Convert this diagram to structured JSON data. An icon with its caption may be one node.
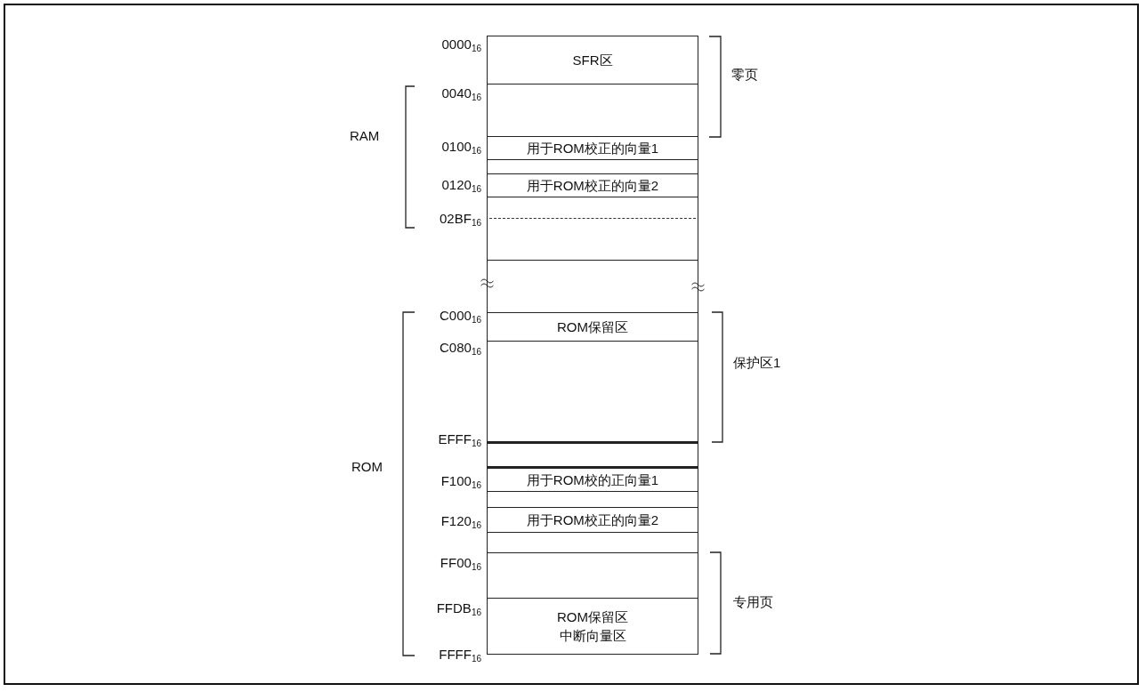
{
  "diagram": {
    "nodes": [
      {
        "text": [
          "SFR区"
        ]
      },
      {
        "text": [],
        "shape": "box"
      },
      {
        "text": [
          "用于ROM校正的向量1"
        ]
      },
      {
        "text": [],
        "shape": "box"
      },
      {
        "text": [
          "用于ROM校正的向量2"
        ]
      },
      {
        "text": [],
        "shape": "box"
      },
      {
        "text": [
          "ROM保留区"
        ]
      },
      {
        "text": [],
        "shape": "box"
      },
      {
        "text": [],
        "shape": "box"
      },
      {
        "text": [
          "用于ROM校的正向量1"
        ]
      },
      {
        "text": [],
        "shape": "box"
      },
      {
        "text": [
          "用于ROM校正的向量2"
        ]
      },
      {
        "text": [],
        "shape": "box"
      },
      {
        "text": [],
        "shape": "box"
      },
      {
        "text": [
          "ROM保留区",
          "中断向量区"
        ]
      }
    ],
    "edges": [],
    "labels": [
      "0000$_{16}$",
      "0040$_{16}$",
      "零页",
      "0100$_{16}$",
      "RAM",
      "0120$_{16}$",
      "02BF$_{16}$",
      "C000$_{16}$",
      "C080$_{16}$",
      "保护区1",
      "EFFF$_{16}$",
      "ROM",
      "F100$_{16}$",
      "F120$_{16}$",
      "FF00$_{16}$",
      "专用页",
      "FFDB$_{16}$",
      "FFFF$_{16}$"
    ]
  }
}
